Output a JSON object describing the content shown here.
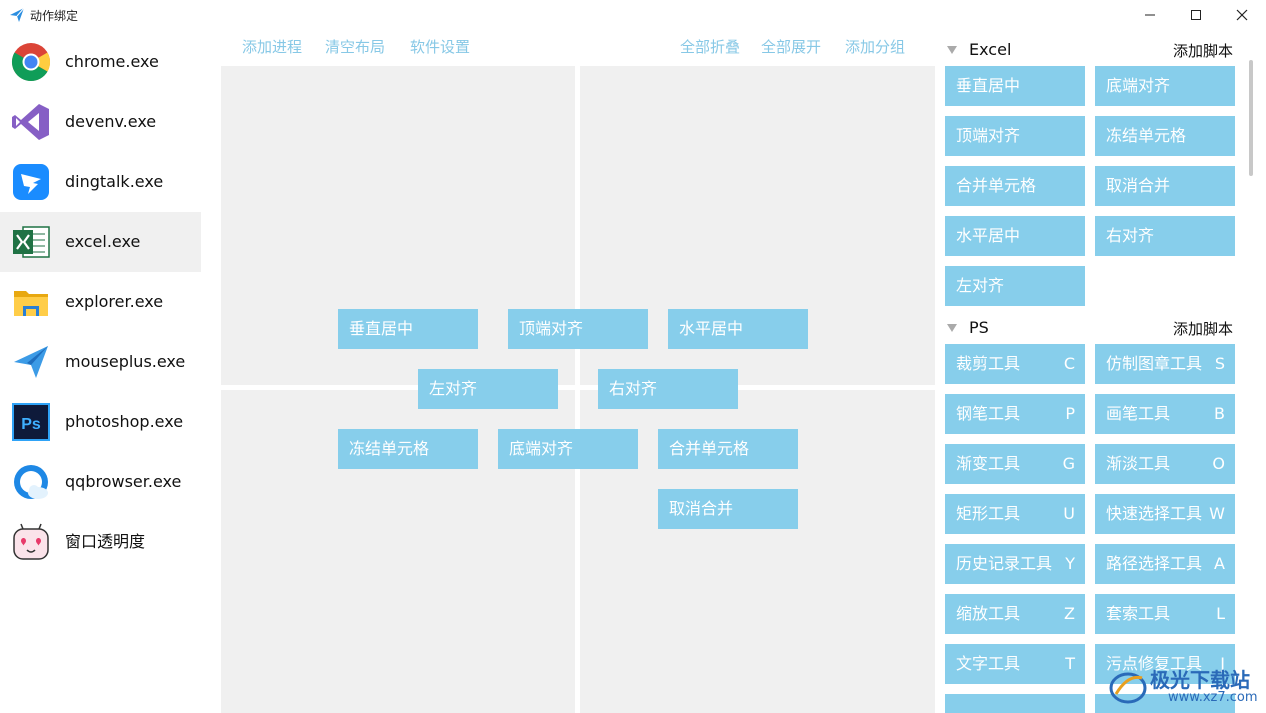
{
  "window": {
    "title": "动作绑定",
    "controls": [
      "minimize-icon",
      "maximize-icon",
      "close-icon"
    ]
  },
  "processes": [
    {
      "label": "chrome.exe",
      "icon": "chrome-icon"
    },
    {
      "label": "devenv.exe",
      "icon": "visual-studio-icon"
    },
    {
      "label": "dingtalk.exe",
      "icon": "dingtalk-icon"
    },
    {
      "label": "excel.exe",
      "icon": "excel-icon",
      "selected": true
    },
    {
      "label": "explorer.exe",
      "icon": "folder-icon"
    },
    {
      "label": "mouseplus.exe",
      "icon": "paper-plane-icon"
    },
    {
      "label": "photoshop.exe",
      "icon": "photoshop-icon"
    },
    {
      "label": "qqbrowser.exe",
      "icon": "qqbrowser-icon"
    },
    {
      "label": "窗口透明度",
      "icon": "cat-face-icon"
    }
  ],
  "toolbar": {
    "add_process": "添加进程",
    "clear_layout": "清空布局",
    "software_settings": "软件设置",
    "collapse_all": "全部折叠",
    "expand_all": "全部展开",
    "add_group": "添加分组"
  },
  "canvas_buttons": [
    "垂直居中",
    "顶端对齐",
    "水平居中",
    "左对齐",
    "右对齐",
    "冻结单元格",
    "底端对齐",
    "合并单元格",
    "取消合并"
  ],
  "groups": [
    {
      "name": "Excel",
      "add_label": "添加脚本",
      "scripts": [
        {
          "label": "垂直居中",
          "key": ""
        },
        {
          "label": "底端对齐",
          "key": ""
        },
        {
          "label": "顶端对齐",
          "key": ""
        },
        {
          "label": "冻结单元格",
          "key": ""
        },
        {
          "label": "合并单元格",
          "key": ""
        },
        {
          "label": "取消合并",
          "key": ""
        },
        {
          "label": "水平居中",
          "key": ""
        },
        {
          "label": "右对齐",
          "key": ""
        },
        {
          "label": "左对齐",
          "key": ""
        }
      ]
    },
    {
      "name": "PS",
      "add_label": "添加脚本",
      "scripts": [
        {
          "label": "裁剪工具",
          "key": "C"
        },
        {
          "label": "仿制图章工具",
          "key": "S"
        },
        {
          "label": "钢笔工具",
          "key": "P"
        },
        {
          "label": "画笔工具",
          "key": "B"
        },
        {
          "label": "渐变工具",
          "key": "G"
        },
        {
          "label": "渐淡工具",
          "key": "O"
        },
        {
          "label": "矩形工具",
          "key": "U"
        },
        {
          "label": "快速选择工具",
          "key": "W"
        },
        {
          "label": "历史记录工具",
          "key": "Y"
        },
        {
          "label": "路径选择工具",
          "key": "A"
        },
        {
          "label": "缩放工具",
          "key": "Z"
        },
        {
          "label": "套索工具",
          "key": "L"
        },
        {
          "label": "文字工具",
          "key": "T"
        },
        {
          "label": "污点修复工具",
          "key": "J"
        }
      ]
    }
  ],
  "watermark": {
    "text": "极光下载站",
    "url": "www.xz7.com"
  },
  "colors": {
    "button": "#87ceeb",
    "link": "#87c8e6",
    "canvas": "#f0f0f0"
  }
}
